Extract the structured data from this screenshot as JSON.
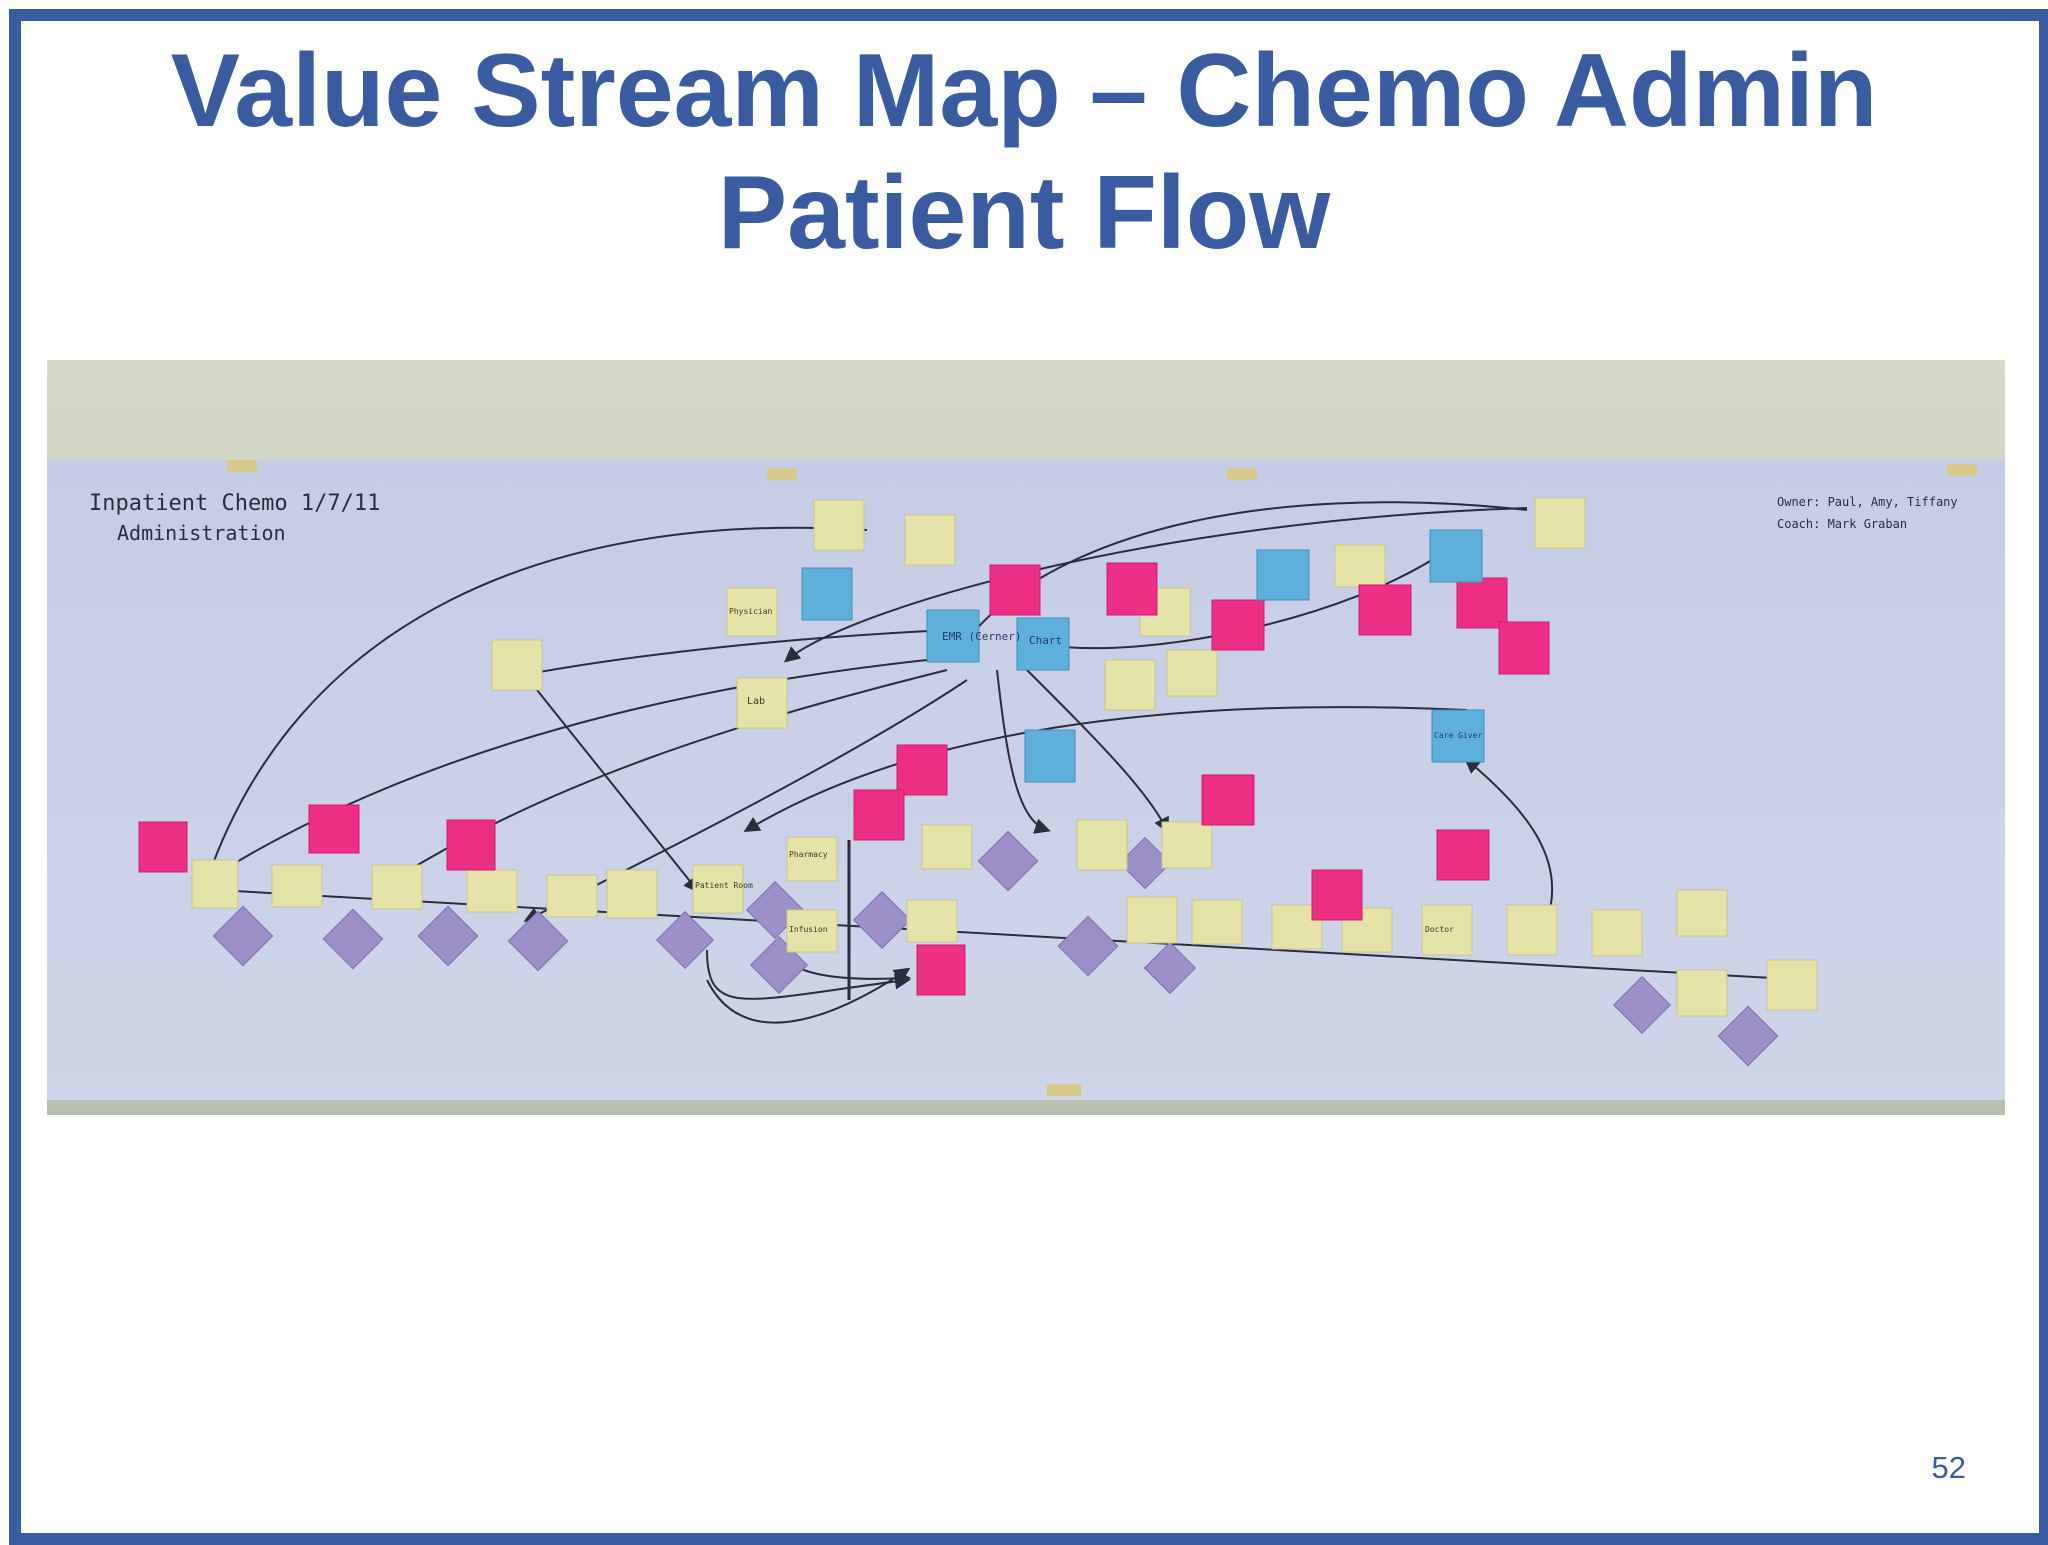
{
  "slide": {
    "title_line1": "Value Stream Map – Chemo Admin",
    "title_line2": "Patient Flow",
    "page_number": "52"
  },
  "photo": {
    "wall_title_line1": "Inpatient Chemo 1/7/11",
    "wall_title_line2": "Administration",
    "owner_line": "Owner: Paul, Amy, Tiffany",
    "coach_line": "Coach: Mark Graban",
    "note_emr": "EMR (Cerner)",
    "note_chart": "Chart",
    "note_lab": "Lab",
    "note_pharmacy": "Pharmacy",
    "note_physician": "Physician",
    "note_patient_room": "Patient Room",
    "note_infusion": "Infusion",
    "note_doctor": "Doctor",
    "note_care_giver": "Care Giver"
  },
  "colors": {
    "frame": "#3a5ba0",
    "title": "#3a5ba0",
    "sticky_yellow": "#e6e3a8",
    "sticky_pink": "#ee2f86",
    "sticky_blue": "#5eb0db",
    "sticky_purple": "#9d8fc8",
    "paper": "#c9d0e4"
  }
}
